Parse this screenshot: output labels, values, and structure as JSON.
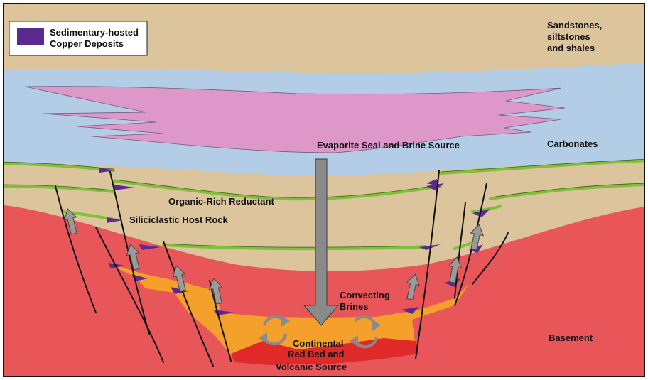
{
  "legend": {
    "swatch_color": "#5b2a8e",
    "line1": "Sedimentary-hosted",
    "line2": "Copper Deposits"
  },
  "labels": {
    "sandstones_1": "Sandstones,",
    "sandstones_2": "siltstones",
    "sandstones_3": "and shales",
    "carbonates": "Carbonates",
    "evaporite": "Evaporite Seal and Brine Source",
    "organic": "Organic-Rich Reductant",
    "siliciclastic": "Siliciclastic Host Rock",
    "convecting_1": "Convecting",
    "convecting_2": "Brines",
    "continental_1": "Continental",
    "continental_2": "Red Bed and",
    "continental_3": "Volcanic Source",
    "basement": "Basement"
  },
  "colors": {
    "sandstone": "#dcc49c",
    "carbonate": "#b3cde6",
    "evaporite": "#dd97c8",
    "basement": "#e8565a",
    "red_bed": "#f5a02a",
    "volcanic": "#e02a2a",
    "organic_layer": "#7fbf3a",
    "copper": "#5b2a8e",
    "arrow": "#8a8a8a"
  },
  "icons": {
    "down_arrow": "large-down-arrow-icon",
    "up_arrow": "up-arrow-icon",
    "convection": "circular-arrows-icon"
  }
}
